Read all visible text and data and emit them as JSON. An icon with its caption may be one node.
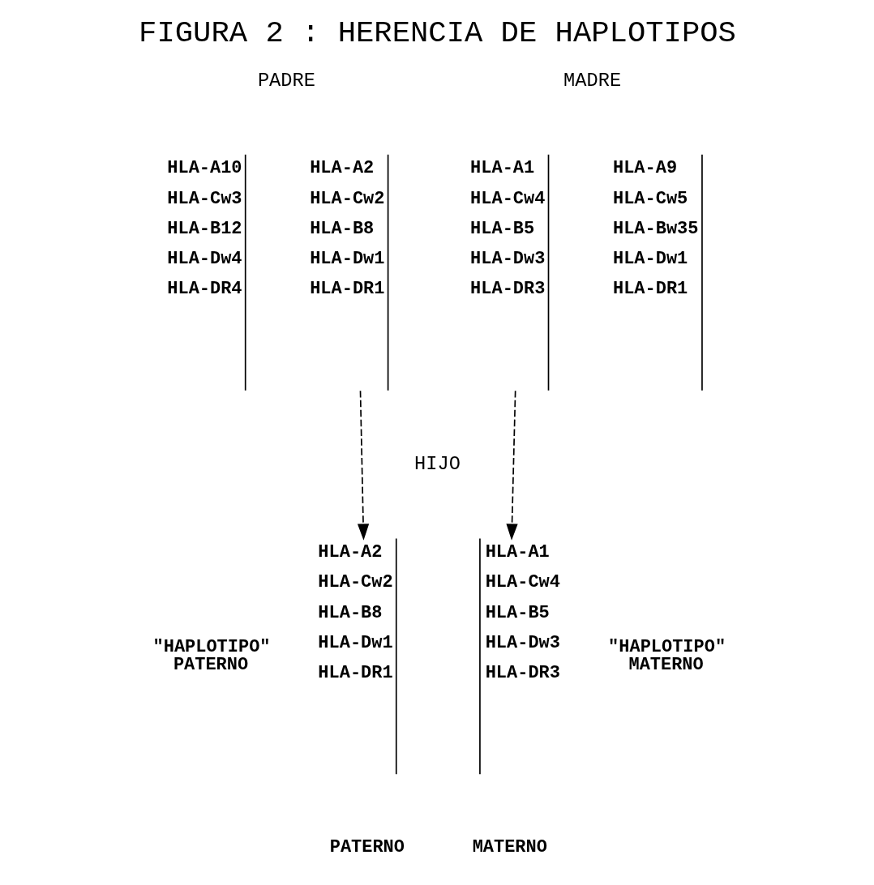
{
  "diagram": {
    "title": "FIGURA 2 : HERENCIA DE HAPLOTIPOS",
    "nodes": [
      {
        "text": [
          "HLA-A2",
          "HLA-Cw2",
          "HLA-B8",
          "HLA-Dw1",
          "HLA-DR1"
        ]
      },
      {
        "text": [
          "HLA-A10",
          "HLA-Cw3",
          "HLA-B12",
          "HLA-Dw4",
          "HLA-DR4"
        ]
      },
      {
        "text": [
          "HLA-A1",
          "HLA-Cw4",
          "HLA-B5",
          "HLA-Dw3",
          "HLA-DR3"
        ]
      },
      {
        "text": [
          "HLA-A9",
          "HLA-Cw5",
          "HLA-Bw35",
          "HLA-Dw1",
          "HLA-DR1"
        ]
      },
      {
        "text": [
          "HLA-A2",
          "HLA-Cw2",
          "HLA-B8",
          "HLA-Dw1",
          "HLA-DR1"
        ],
        "beside": [
          "\"HAPLOTIPO\" PATERNO",
          "PATERNO"
        ]
      },
      {
        "text": [
          "HLA-A1",
          "HLA-Cw4",
          "HLA-B5",
          "HLA-Dw3",
          "HLA-DR3"
        ],
        "beside": [
          "\"HAPLOTIPO\" MATERNO",
          "MATERNO"
        ]
      }
    ],
    "edges": [
      {
        "from": 0,
        "to": 4,
        "arrow": "to",
        "style": "dashed"
      },
      {
        "from": 2,
        "to": 5,
        "arrow": "to",
        "style": "dashed"
      }
    ],
    "labels": [
      "PADRE",
      "MADRE",
      "HIJO"
    ]
  }
}
